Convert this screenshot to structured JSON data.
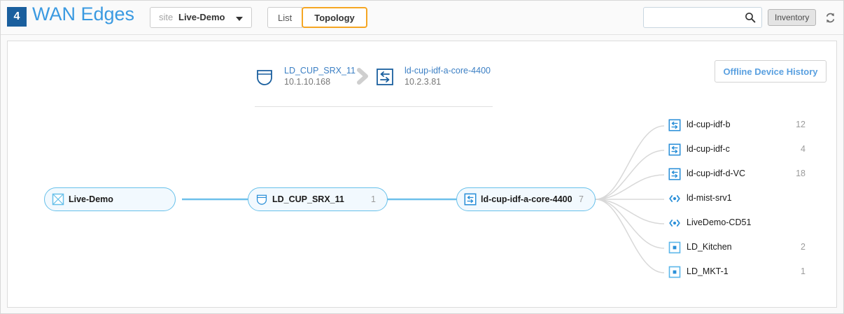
{
  "header": {
    "badge_count": "4",
    "title": "WAN Edges",
    "site_selector": {
      "label": "site",
      "value": "Live-Demo",
      "caret_icon": "chevron-down-icon"
    },
    "tabs": [
      {
        "label": "List",
        "active": false
      },
      {
        "label": "Topology",
        "active": true
      }
    ],
    "search": {
      "value": "",
      "placeholder": "",
      "icon": "search-icon"
    },
    "inventory_button": "Inventory",
    "refresh_icon": "refresh-icon"
  },
  "breadcrumb": [
    {
      "icon": "firewall-icon",
      "name": "LD_CUP_SRX_11",
      "ip": "10.1.10.168"
    },
    {
      "icon": "switch-icon",
      "name": "ld-cup-idf-a-core-4400",
      "ip": "10.2.3.81"
    }
  ],
  "breadcrumb_separator_icon": "chevron-right-icon",
  "offline_button": "Offline Device History",
  "topology": {
    "nodes": [
      {
        "icon": "site-icon",
        "label": "Live-Demo",
        "count": ""
      },
      {
        "icon": "firewall-icon",
        "label": "LD_CUP_SRX_11",
        "count": "1"
      },
      {
        "icon": "switch-icon",
        "label": "ld-cup-idf-a-core-4400",
        "count": "7"
      }
    ],
    "leaves": [
      {
        "icon": "switch-icon",
        "label": "ld-cup-idf-b",
        "count": "12"
      },
      {
        "icon": "switch-icon",
        "label": "ld-cup-idf-c",
        "count": "4"
      },
      {
        "icon": "switch-icon",
        "label": "ld-cup-idf-d-VC",
        "count": "18"
      },
      {
        "icon": "server-icon",
        "label": "ld-mist-srv1",
        "count": ""
      },
      {
        "icon": "server-icon",
        "label": "LiveDemo-CD51",
        "count": ""
      },
      {
        "icon": "ap-icon",
        "label": "LD_Kitchen",
        "count": "2"
      },
      {
        "icon": "ap-icon",
        "label": "LD_MKT-1",
        "count": "1"
      }
    ]
  },
  "colors": {
    "brand_blue": "#3b9ae1",
    "badge_blue": "#1a5f9e",
    "node_border": "#67c0ea",
    "node_fill": "#f2f9fe",
    "link_blue": "#6dc0ea",
    "leaf_link_grey": "#d8d8d8",
    "tab_active_outline": "#f5a623",
    "icon_blue": "#2a8fd8",
    "count_grey": "#9b9b9b"
  }
}
